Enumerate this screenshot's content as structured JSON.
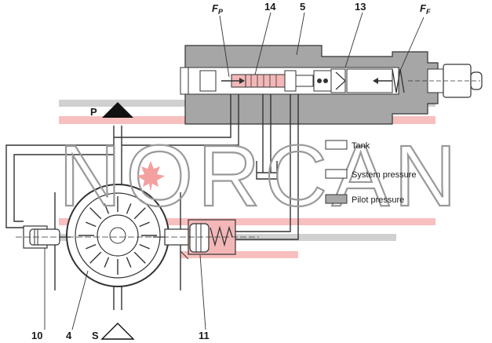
{
  "labels": {
    "fp_main": "F",
    "fp_sub": "P",
    "ff_main": "F",
    "ff_sub": "F",
    "n14": "14",
    "n5": "5",
    "n13": "13",
    "p": "P",
    "s": "S",
    "n10": "10",
    "n4": "4",
    "n11": "11"
  },
  "legend": [
    {
      "label": "Tank",
      "color": "#ffffff"
    },
    {
      "label": "System pressure",
      "color": "#ffffff"
    },
    {
      "label": "Pilot pressure",
      "color": "#a8a8a8"
    }
  ],
  "watermark": {
    "text": "NORCAN",
    "color": "#f4a0a0"
  }
}
